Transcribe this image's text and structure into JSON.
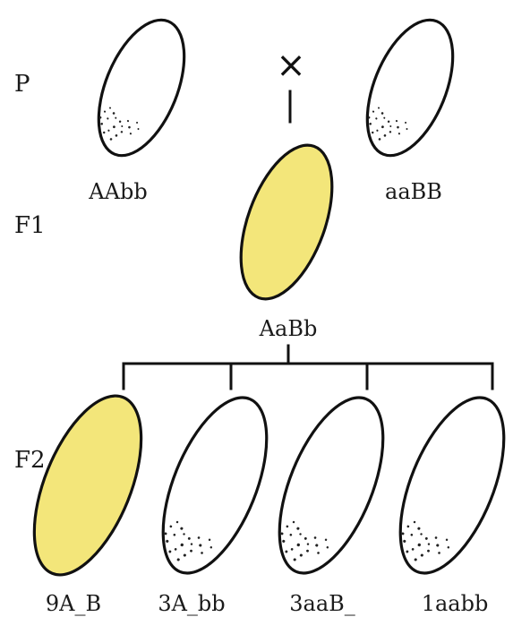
{
  "generations": {
    "p": "P",
    "f1": "F1",
    "f2": "F2"
  },
  "cross_symbol": "×",
  "parents": [
    {
      "genotype": "AAbb",
      "color": "white"
    },
    {
      "genotype": "aaBB",
      "color": "white"
    }
  ],
  "f1": {
    "genotype": "AaBb",
    "color": "yellow"
  },
  "f2": [
    {
      "label": "9A_B",
      "color": "yellow"
    },
    {
      "label": "3A_bb",
      "color": "white"
    },
    {
      "label": "3aaB_",
      "color": "white"
    },
    {
      "label": "1aabb",
      "color": "white"
    }
  ],
  "colors": {
    "yellow": "#f3e67a",
    "white": "#ffffff",
    "outline": "#111111"
  }
}
